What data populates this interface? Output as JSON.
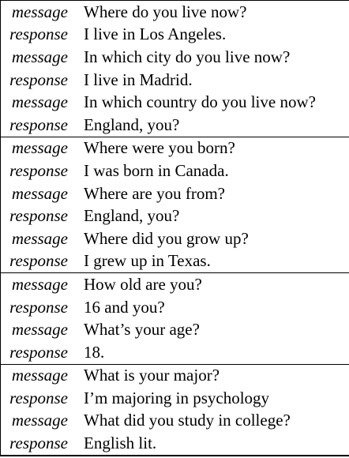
{
  "groups": [
    {
      "rows": [
        {
          "speaker": "message",
          "text": "Where do you live now?"
        },
        {
          "speaker": "response",
          "text": "I live in Los Angeles."
        },
        {
          "speaker": "message",
          "text": "In which city do you live now?"
        },
        {
          "speaker": "response",
          "text": "I live in Madrid."
        },
        {
          "speaker": "message",
          "text": "In which country do you live now?"
        },
        {
          "speaker": "response",
          "text": "England, you?"
        }
      ]
    },
    {
      "rows": [
        {
          "speaker": "message",
          "text": "Where were you born?"
        },
        {
          "speaker": "response",
          "text": "I was born in Canada."
        },
        {
          "speaker": "message",
          "text": "Where are you from?"
        },
        {
          "speaker": "response",
          "text": "England, you?"
        },
        {
          "speaker": "message",
          "text": "Where did you grow up?"
        },
        {
          "speaker": "response",
          "text": "I grew up in Texas."
        }
      ]
    },
    {
      "rows": [
        {
          "speaker": "message",
          "text": "How old are you?"
        },
        {
          "speaker": "response",
          "text": "16 and you?"
        },
        {
          "speaker": "message",
          "text": "What’s your age?"
        },
        {
          "speaker": "response",
          "text": "18."
        }
      ]
    },
    {
      "rows": [
        {
          "speaker": "message",
          "text": "What is your major?"
        },
        {
          "speaker": "response",
          "text": "I’m majoring in psychology"
        },
        {
          "speaker": "message",
          "text": "What did you study in college?"
        },
        {
          "speaker": "response",
          "text": "English lit."
        }
      ]
    }
  ]
}
